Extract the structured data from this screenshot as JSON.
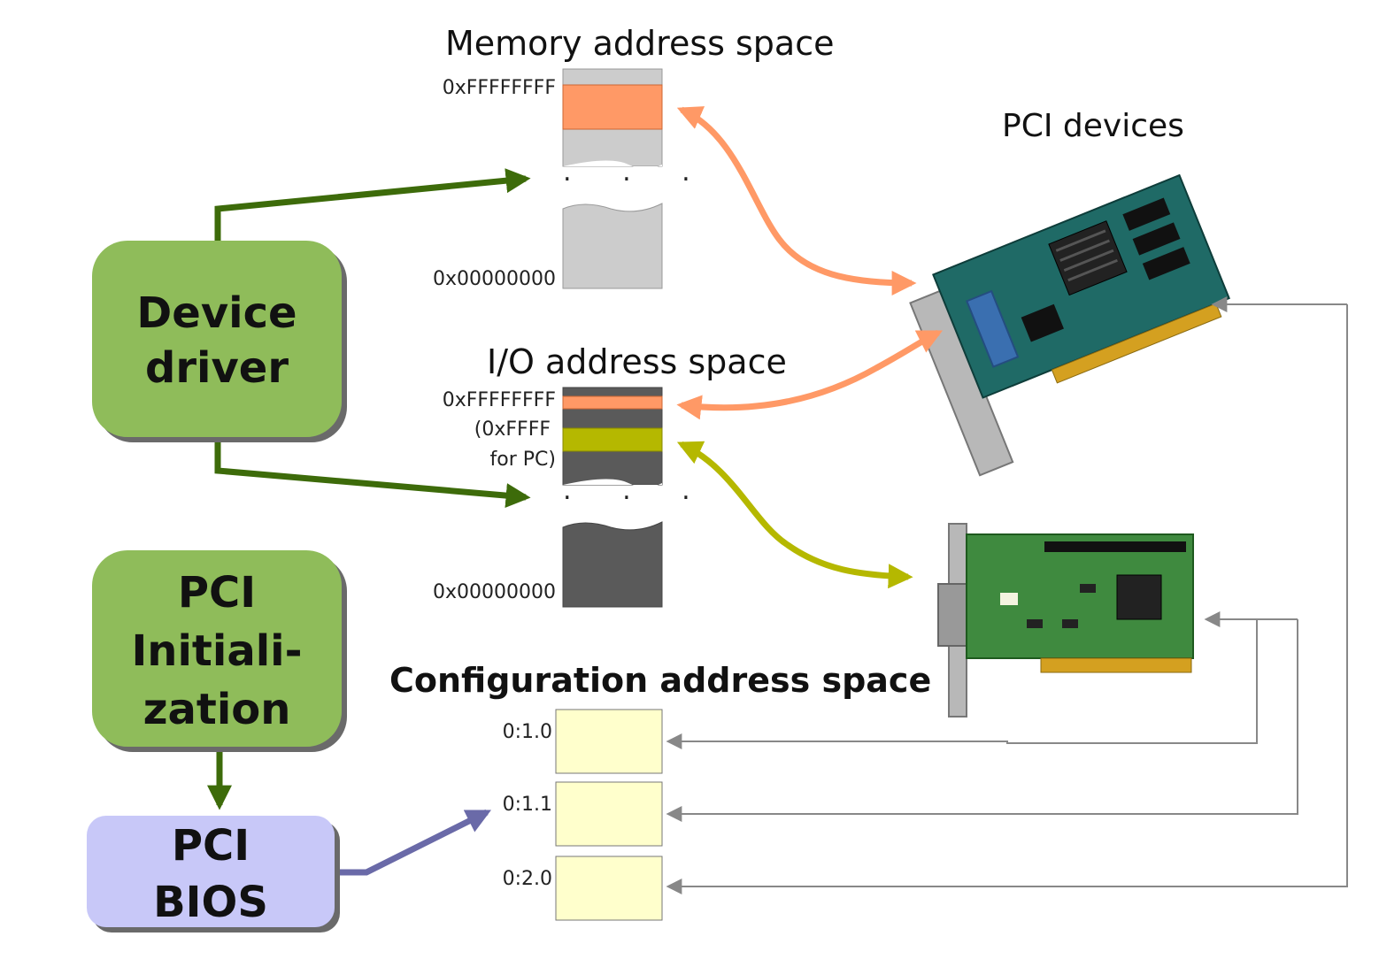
{
  "memory": {
    "title": "Memory address space",
    "top_addr": "0xFFFFFFFF",
    "bottom_addr": "0x00000000",
    "dots": ". . ."
  },
  "io": {
    "title": "I/O address space",
    "top_addr": "0xFFFFFFFF",
    "note_line1": "(0xFFFF",
    "note_line2": "for PC)",
    "bottom_addr": "0x00000000",
    "dots": ". . ."
  },
  "config": {
    "title": "Configuration address space",
    "slots": [
      "0:1.0",
      "0:1.1",
      "0:2.0"
    ]
  },
  "devices": {
    "title": "PCI devices"
  },
  "boxes": {
    "driver": {
      "line1": "Device",
      "line2": "driver"
    },
    "init": {
      "line1": "PCI",
      "line2": "Initiali-",
      "line3": "zation"
    },
    "bios": {
      "line1": "PCI",
      "line2": "BIOS"
    }
  },
  "colors": {
    "green_box": "#8fbc5a",
    "bios_box": "#c8c8f8",
    "green_arrow": "#3d6b0a",
    "orange": "#ff9966",
    "olive": "#b5b800",
    "purple_arrow": "#6a6aa8",
    "mem_gray": "#cccccc",
    "io_gray": "#5a5a5a",
    "cfg_fill": "#ffffcc"
  }
}
